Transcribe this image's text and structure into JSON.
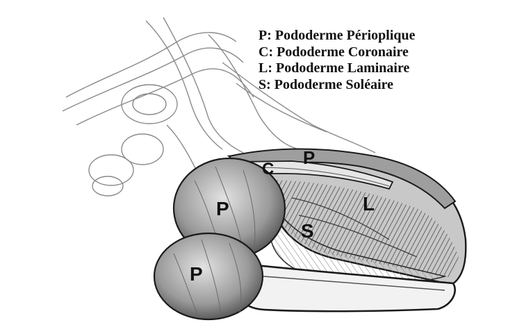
{
  "legend": [
    "P: Pododerme Périoplique",
    "C: Pododerme Coronaire",
    "L: Pododerme Laminaire",
    "S: Pododerme Soléaire"
  ],
  "labels": {
    "periople_upper": "P",
    "coronary": "C",
    "bulb_upper": "P",
    "bulb_lower": "P",
    "laminar": "L",
    "sole": "S"
  },
  "colors": {
    "ink": "#1a1a1a",
    "shade_dark": "#6d6d6d",
    "shade_mid": "#a6a6a6",
    "shade_light": "#d3d3d3",
    "paper": "#ffffff"
  }
}
